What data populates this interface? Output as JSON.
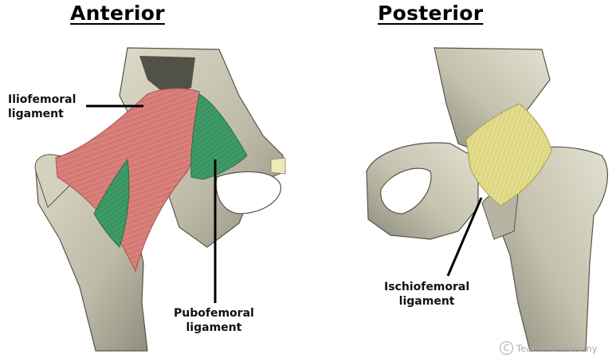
{
  "headings": {
    "anterior": "Anterior",
    "posterior": "Posterior"
  },
  "labels": {
    "iliofemoral": [
      "Iliofemoral",
      "ligament"
    ],
    "pubofemoral": [
      "Pubofemoral",
      "ligament"
    ],
    "ischiofemoral": [
      "Ischiofemoral",
      "ligament"
    ]
  },
  "watermark": {
    "symbol": "C",
    "text": "TeachMeAnatomy"
  },
  "colors": {
    "iliofemoral": "#d9807b",
    "pubofemoral": "#3e9a66",
    "ischiofemoral": "#e3dc8c",
    "bone": "#c9c7b3",
    "bone_shadow": "#6f6f62"
  }
}
